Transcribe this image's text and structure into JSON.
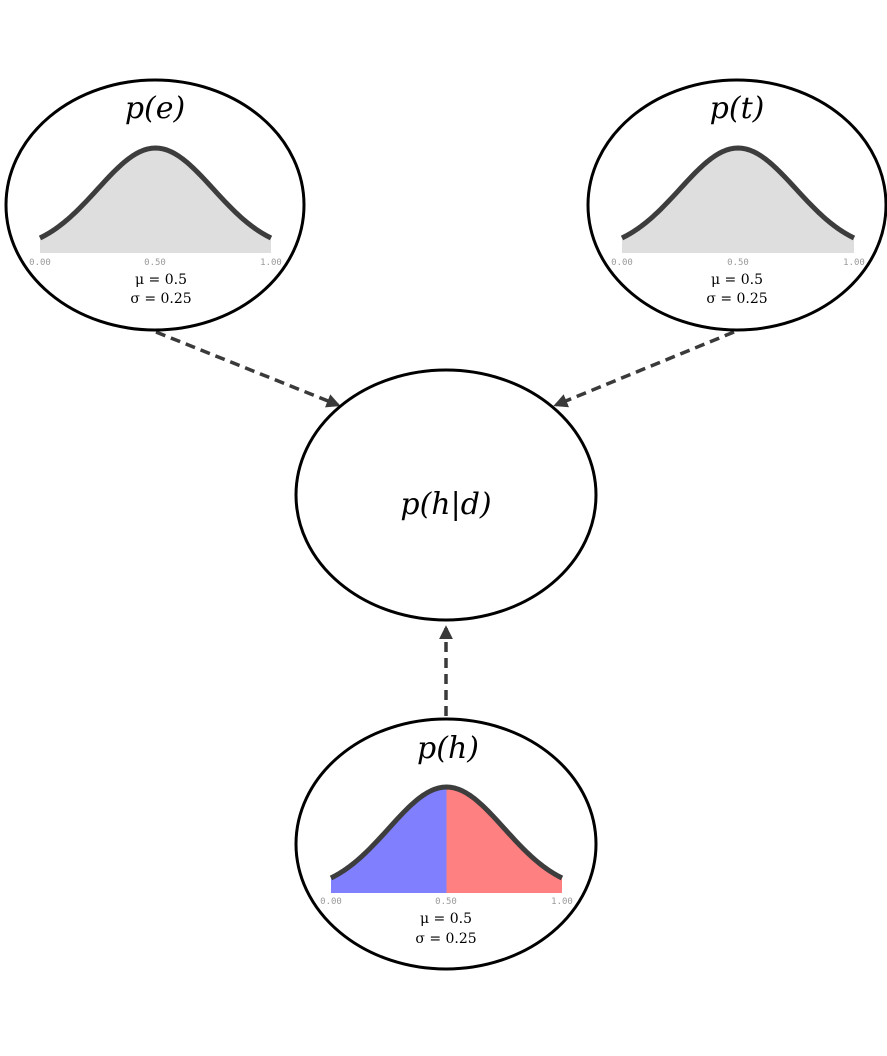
{
  "nodes": {
    "pe": {
      "title": "p(e)",
      "ticks": [
        "0.00",
        "0.50",
        "1.00"
      ],
      "mu_label": "μ = 0.5",
      "sigma_label": "σ = 0.25",
      "mu": 0.5,
      "sigma": 0.25,
      "fill_left": "#dedede",
      "fill_right": "#dedede"
    },
    "pt": {
      "title": "p(t)",
      "ticks": [
        "0.00",
        "0.50",
        "1.00"
      ],
      "mu_label": "μ = 0.5",
      "sigma_label": "σ = 0.25",
      "mu": 0.5,
      "sigma": 0.25,
      "fill_left": "#dedede",
      "fill_right": "#dedede"
    },
    "phd": {
      "title": "p(h|d)"
    },
    "ph": {
      "title": "p(h)",
      "ticks": [
        "0.00",
        "0.50",
        "1.00"
      ],
      "mu_label": "μ = 0.5",
      "sigma_label": "σ = 0.25",
      "mu": 0.5,
      "sigma": 0.25,
      "fill_left": "#8080ff",
      "fill_right": "#ff8080"
    }
  },
  "colors": {
    "curve": "#3d3d3d",
    "edge": "#3a3a3a"
  }
}
